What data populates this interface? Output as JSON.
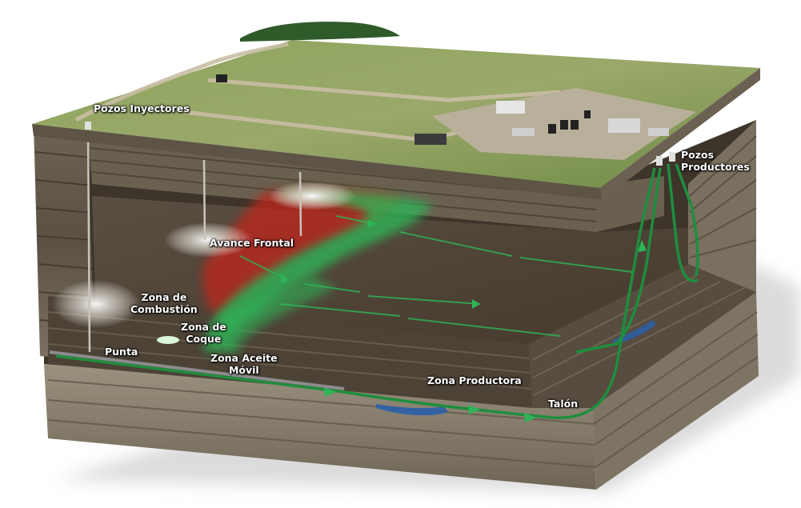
{
  "labels": {
    "injector_wells": "Pozos Inyectores",
    "producer_wells_line1": "Pozos",
    "producer_wells_line2": "Productores",
    "frontal_advance": "Avance Frontal",
    "combustion_zone_line1": "Zona de",
    "combustion_zone_line2": "Combustión",
    "coke_zone_line1": "Zona de",
    "coke_zone_line2": "Coque",
    "toe": "Punta",
    "mobile_oil_zone_line1": "Zona Aceite",
    "mobile_oil_zone_line2": "Móvil",
    "producing_zone": "Zona Productora",
    "heel": "Talón"
  },
  "colors": {
    "grass": "#7a9a4e",
    "rock_dark": "#4e4437",
    "rock_light": "#8c8272",
    "oil_front_green": "#2fb457",
    "combustion_red": "#c0261c",
    "well_pipe": "#1e8e3e"
  }
}
